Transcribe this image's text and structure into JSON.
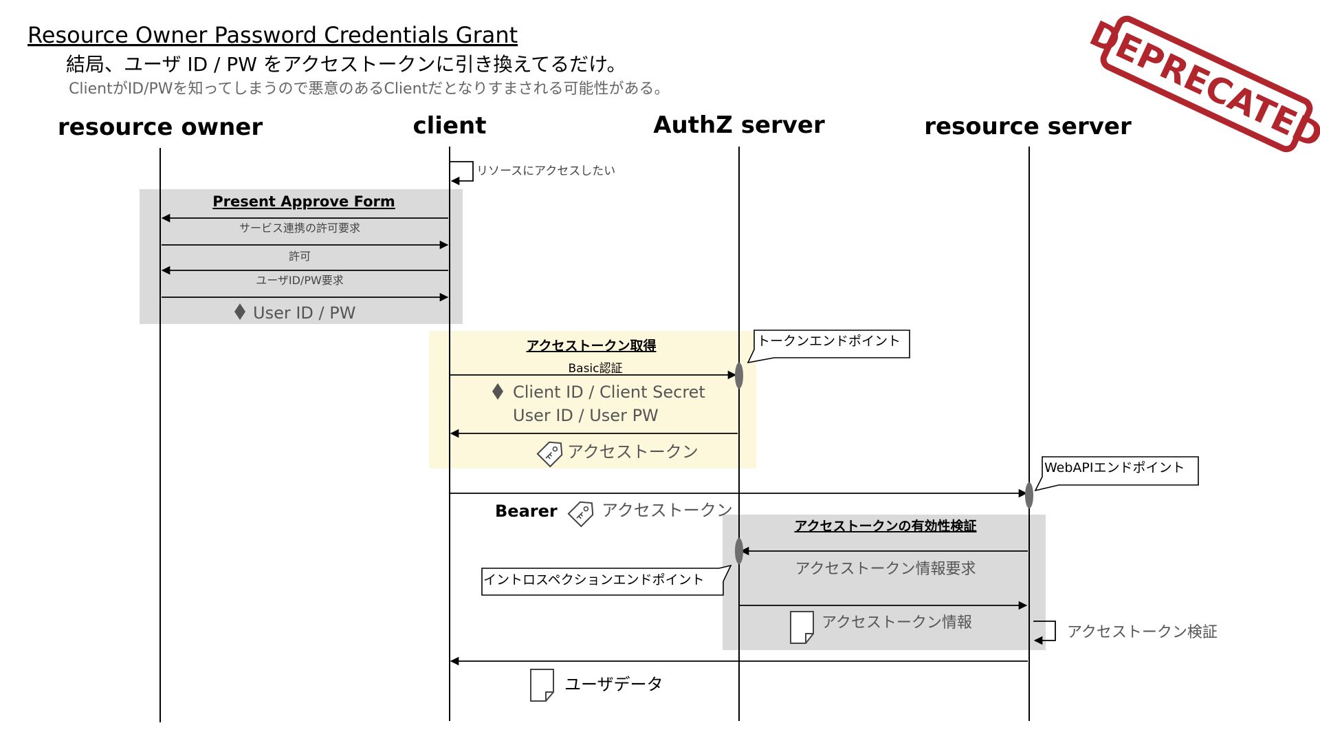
{
  "header": {
    "title": "Resource Owner Password Credentials Grant",
    "subtitle": "結局、ユーザ ID / PW をアクセストークンに引き換えてるだけ。",
    "note": "ClientがID/PWを知ってしまうので悪意のあるClientだとなりすまされる可能性がある。"
  },
  "stamp": {
    "text": "DEPRECATED",
    "color": "#b0262c"
  },
  "actors": {
    "owner": "resource owner",
    "client": "client",
    "authz": "AuthZ server",
    "resource": "resource server"
  },
  "self_call": {
    "label": "リソースにアクセスしたい"
  },
  "approve_group": {
    "title": "Present Approve Form",
    "request": "サービス連携の許可要求",
    "allow": "許可",
    "id_pw_request": "ユーザID/PW要求",
    "credentials": "User ID / PW"
  },
  "token_group": {
    "title": "アクセストークン取得",
    "auth": "Basic認証",
    "client_creds": "Client ID / Client Secret",
    "user_creds": "User ID / User PW",
    "token": "アクセストークン"
  },
  "token_endpoint": "トークンエンドポイント",
  "webapi_endpoint": "WebAPIエンドポイント",
  "bearer": {
    "label": "Bearer",
    "token": "アクセストークン"
  },
  "validation_group": {
    "title": "アクセストークンの有効性検証",
    "info_request": "アクセストークン情報要求",
    "info": "アクセストークン情報"
  },
  "introspection_endpoint": "イントロスペクションエンドポイント",
  "token_check": "アクセストークン検証",
  "user_data": "ユーザデータ",
  "colors": {
    "gray_box": "#dadada",
    "yellow_box": "#fdf8dc",
    "endpoint": "#6e6e6e"
  }
}
